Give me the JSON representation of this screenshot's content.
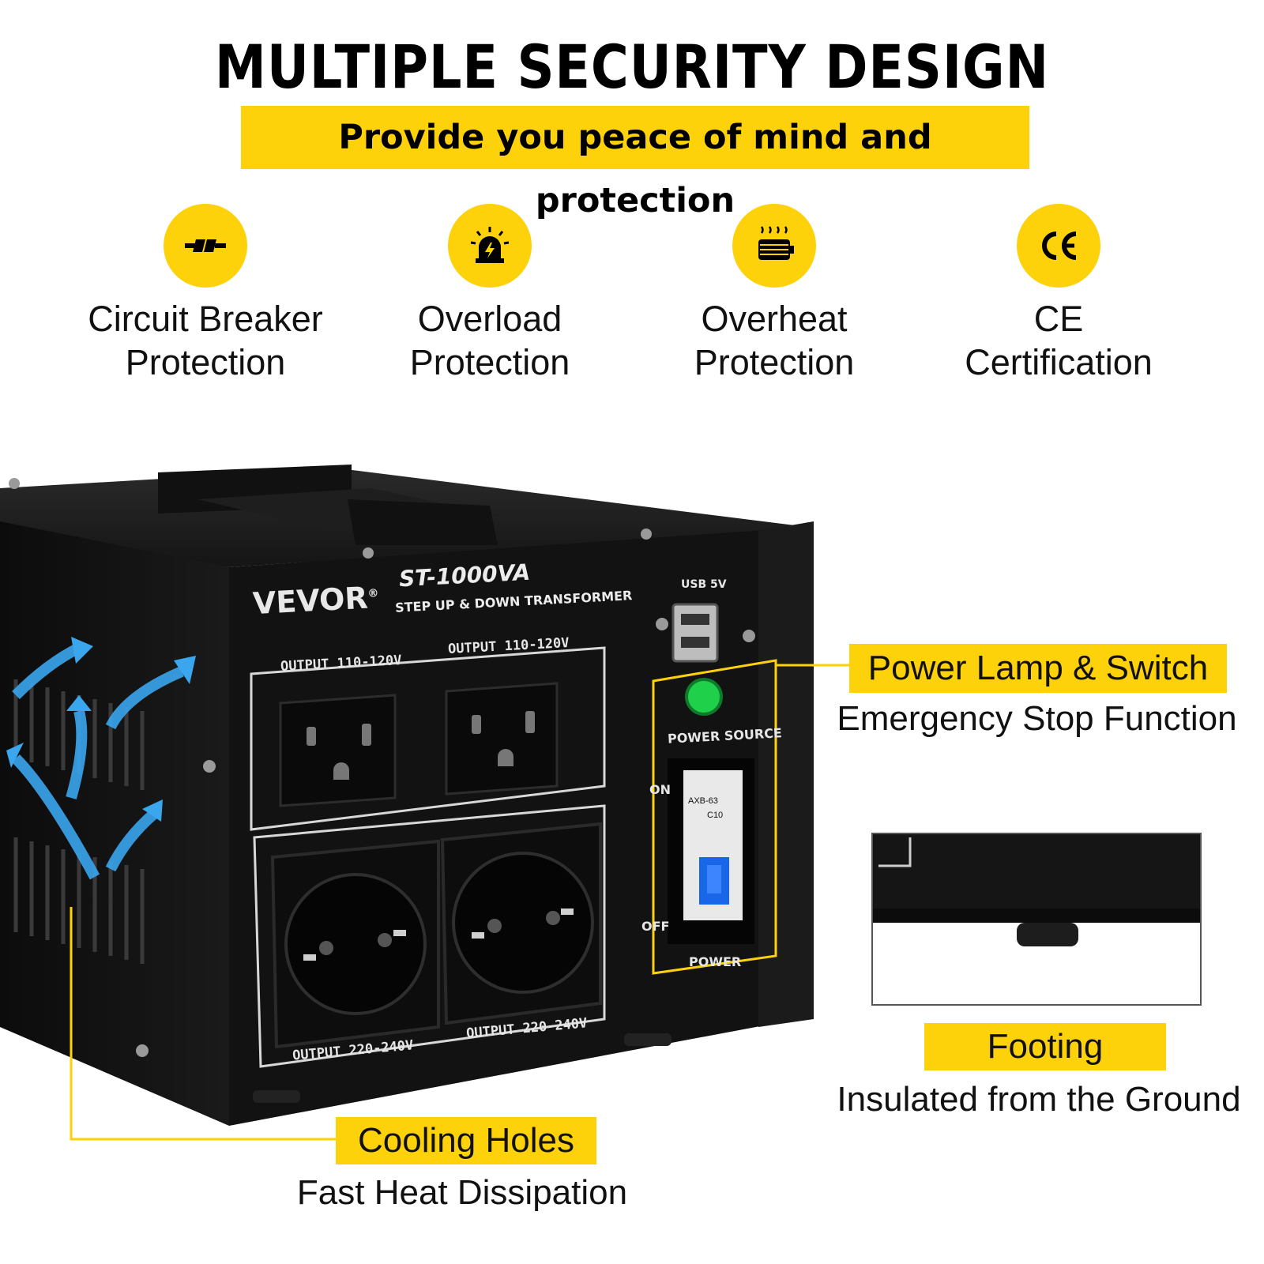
{
  "headline": "MULTIPLE SECURITY DESIGN",
  "subheadline": "Provide you peace of mind and protection",
  "colors": {
    "accent": "#fdd20a",
    "device": "#141414",
    "airflow": "#3aa6ee",
    "lamp": "#1fd14a"
  },
  "features": [
    {
      "icon": "circuit-breaker-icon",
      "line1": "Circuit Breaker",
      "line2": "Protection"
    },
    {
      "icon": "overload-alarm-icon",
      "line1": "Overload",
      "line2": "Protection"
    },
    {
      "icon": "overheat-icon",
      "line1": "Overheat",
      "line2": "Protection"
    },
    {
      "icon": "ce-mark-icon",
      "line1": "CE",
      "line2": "Certification"
    }
  ],
  "device": {
    "brand": "VEVOR",
    "registered": "®",
    "model": "ST-1000VA",
    "model_subtitle": "STEP UP & DOWN TRANSFORMER",
    "usb_label": "USB 5V",
    "output_110": "OUTPUT 110-120V",
    "output_220": "OUTPUT 220-240V",
    "power_source": "POWER SOURCE",
    "on": "ON",
    "off": "OFF",
    "power": "POWER",
    "breaker_model": "AXB-63",
    "breaker_rating": "C10"
  },
  "callouts": {
    "power": {
      "title": "Power Lamp & Switch",
      "subtitle": "Emergency Stop Function"
    },
    "footing": {
      "title": "Footing",
      "subtitle": "Insulated from the Ground"
    },
    "cooling": {
      "title": "Cooling Holes",
      "subtitle": "Fast Heat Dissipation"
    }
  }
}
